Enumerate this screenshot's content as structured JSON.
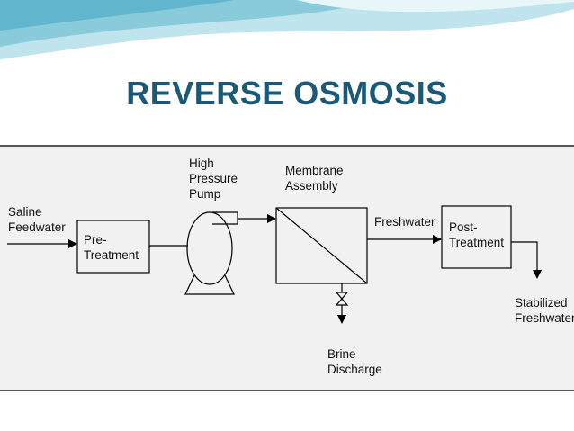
{
  "slide": {
    "title": "REVERSE OSMOSIS"
  },
  "diagram": {
    "labels": {
      "saline_feedwater": "Saline\nFeedwater",
      "pre_treatment": "Pre-\nTreatment",
      "high_pressure_pump": "High\nPressure\nPump",
      "membrane_assembly": "Membrane\nAssembly",
      "freshwater": "Freshwater",
      "post_treatment": "Post-\nTreatment",
      "stabilized_freshwater": "Stabilized\nFreshwater",
      "brine_discharge": "Brine\nDischarge"
    }
  },
  "colors": {
    "title": "#1a5a78",
    "panel_background": "#f1f1f1",
    "wave_light": "#bfe4ee",
    "wave_mid": "#7cc3d6"
  }
}
